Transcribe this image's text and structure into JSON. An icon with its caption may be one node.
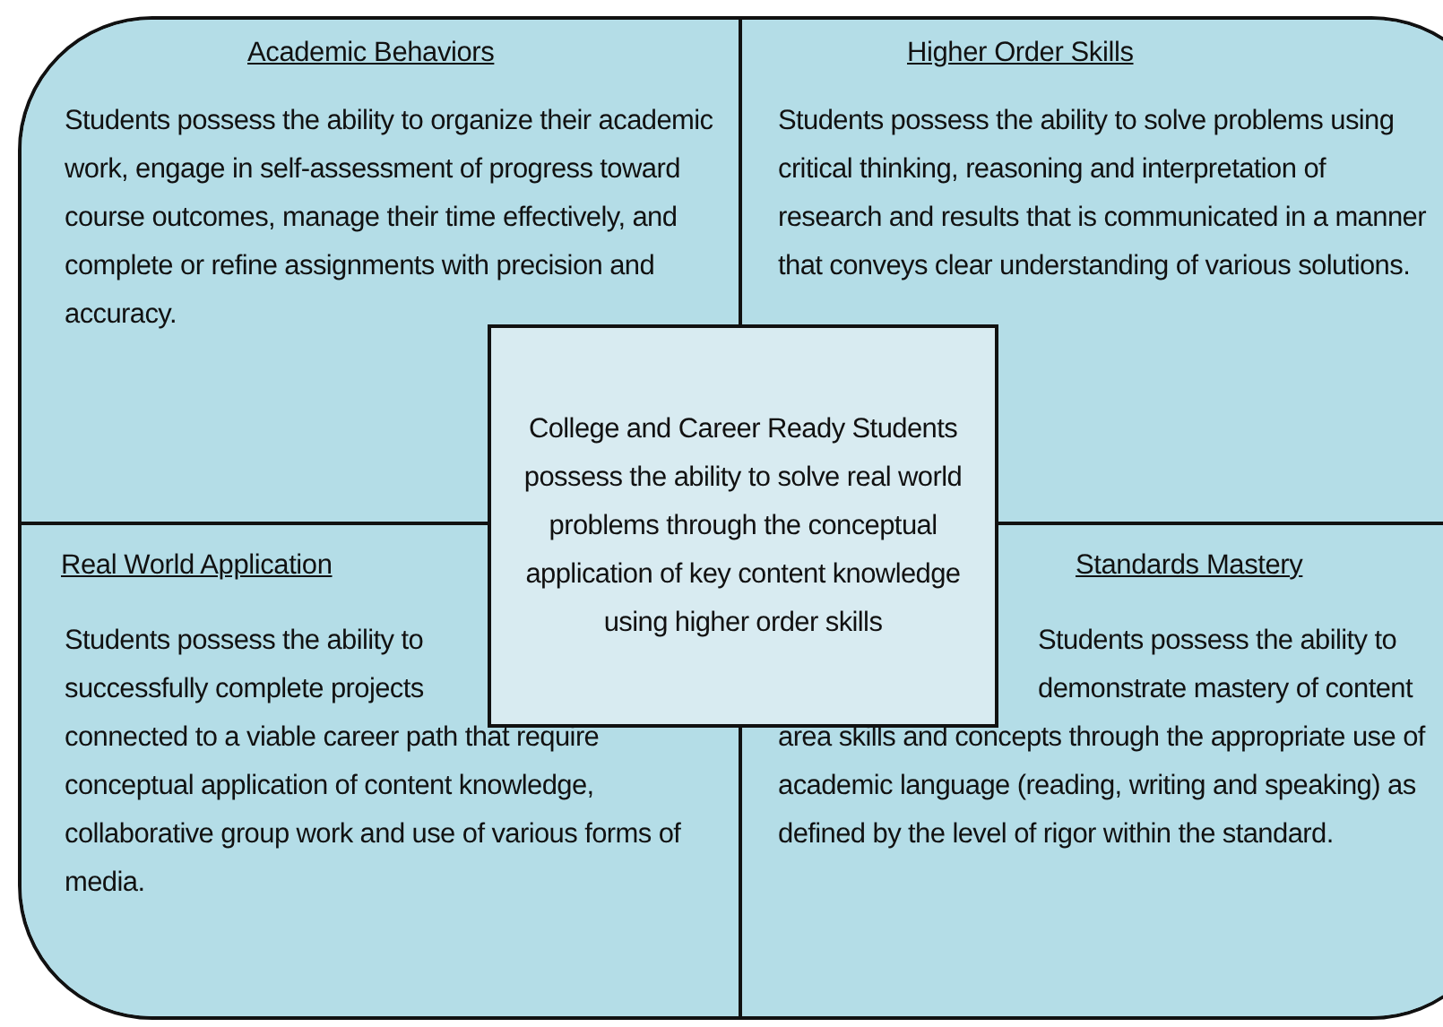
{
  "diagram": {
    "nodes": [
      {
        "text": [
          "Academic Behaviors",
          "Students possess the ability to organize their academic work, engage in self-assessment of progress toward course outcomes, manage their time effectively, and complete or refine assignments with precision and accuracy."
        ]
      },
      {
        "text": [
          "Higher Order Skills",
          "Students possess the ability to solve problems using critical thinking, reasoning and interpretation of research and results that is communicated in a manner that conveys clear understanding of various solutions."
        ]
      },
      {
        "text": [
          "Real World Application",
          "Students possess the ability to successfully complete projects connected to a viable career path that require conceptual application of content knowledge, collaborative group work and use of various forms of media."
        ]
      },
      {
        "text": [
          "Standards Mastery",
          "Students possess the ability to demonstrate mastery of content area skills and concepts through the appropriate use of academic language (reading, writing and speaking) as defined by the level of rigor within the standard."
        ]
      },
      {
        "text": [
          "College and Career Ready Students possess the ability to solve real world problems through the conceptual application of key content knowledge using higher order skills"
        ]
      }
    ]
  }
}
